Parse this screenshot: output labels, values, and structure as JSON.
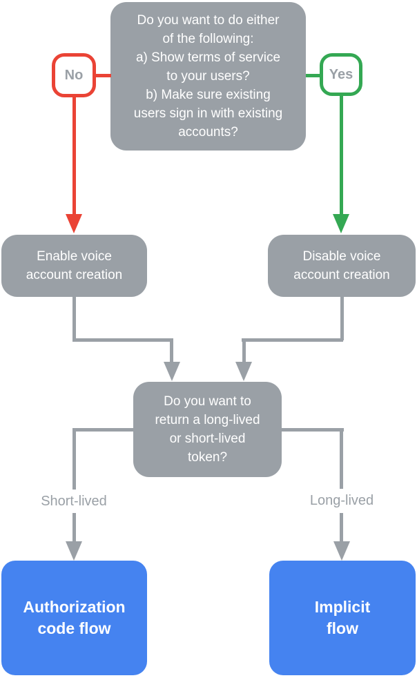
{
  "diagram": {
    "title": "Voice account creation decision flowchart",
    "colors": {
      "page_bg": "#FFFFFF",
      "node_gray": "#9AA0A6",
      "connector_gray": "#9AA0A6",
      "no_red": "#EA4335",
      "yes_green": "#34A853",
      "result_blue": "#4583F0",
      "node_text": "#FFFFFF",
      "badge_bg": "#FFFFFF",
      "badge_text": "#9AA0A6",
      "label_bg": "#FFFFFF",
      "label_text": "#9AA0A6"
    },
    "nodes": {
      "root_question": "Do you want to do either\nof the following:\na) Show terms of service\nto your users?\nb) Make sure existing\nusers sign in with existing\naccounts?",
      "no_badge": "No",
      "yes_badge": "Yes",
      "enable_node": "Enable voice\naccount creation",
      "disable_node": "Disable voice\naccount creation",
      "token_question": "Do you want to\nreturn a long-lived\nor short-lived\ntoken?",
      "short_lived_label": "Short-lived",
      "long_lived_label": "Long-lived",
      "auth_code_node": "Authorization\ncode flow",
      "implicit_node": "Implicit\nflow"
    }
  }
}
